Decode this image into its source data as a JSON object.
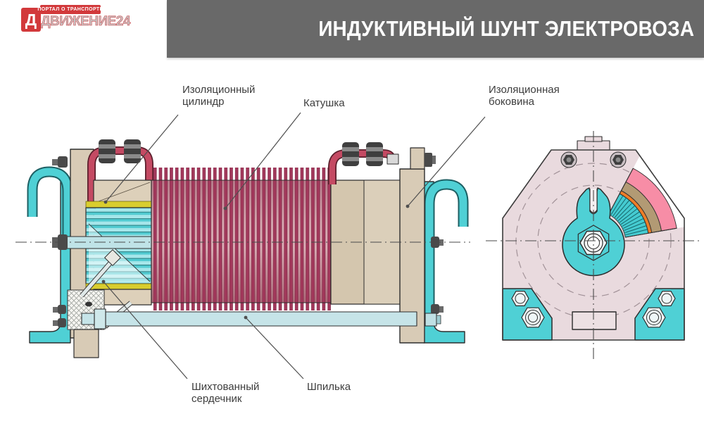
{
  "header": {
    "bar_color": "#696969",
    "title": "ИНДУКТИВНЫЙ ШУНТ ЭЛЕКТРОВОЗА",
    "logo": {
      "letter": "Д",
      "tagline": "ПОРТАЛ О ТРАНСПОРТЕ",
      "brand": "ДВИЖЕНИЕ24",
      "accent": "#d2393b"
    }
  },
  "figure": {
    "labels": [
      {
        "lines": [
          "Изоляционный",
          "цилиндр"
        ]
      },
      {
        "lines": [
          "Катушка"
        ]
      },
      {
        "lines": [
          "Изоляционная",
          "боковина"
        ]
      },
      {
        "lines": [
          "Шихтованный",
          "сердечник"
        ]
      },
      {
        "lines": [
          "Шпилька"
        ]
      }
    ],
    "colors": {
      "teal": "#4fd0d5",
      "coil_stripe_red": "#a63a5e",
      "tube_red": "#c44a63",
      "insulation_yellow": "#d9cd2e",
      "body_beige": "#d8cbb6",
      "end_plate_pink": "#e9dade",
      "wedge_pink": "#f78da6",
      "wedge_orange": "#ed7d28",
      "wedge_brown": "#b29a74"
    }
  }
}
